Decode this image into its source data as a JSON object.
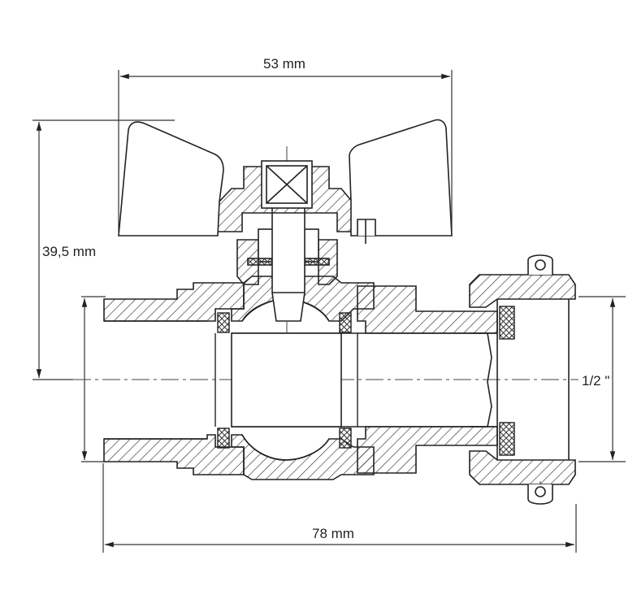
{
  "dimensions": {
    "top_width": "53 mm",
    "height": "39,5 mm",
    "overall_length": "78 mm",
    "thread_size": "1/2 \""
  }
}
